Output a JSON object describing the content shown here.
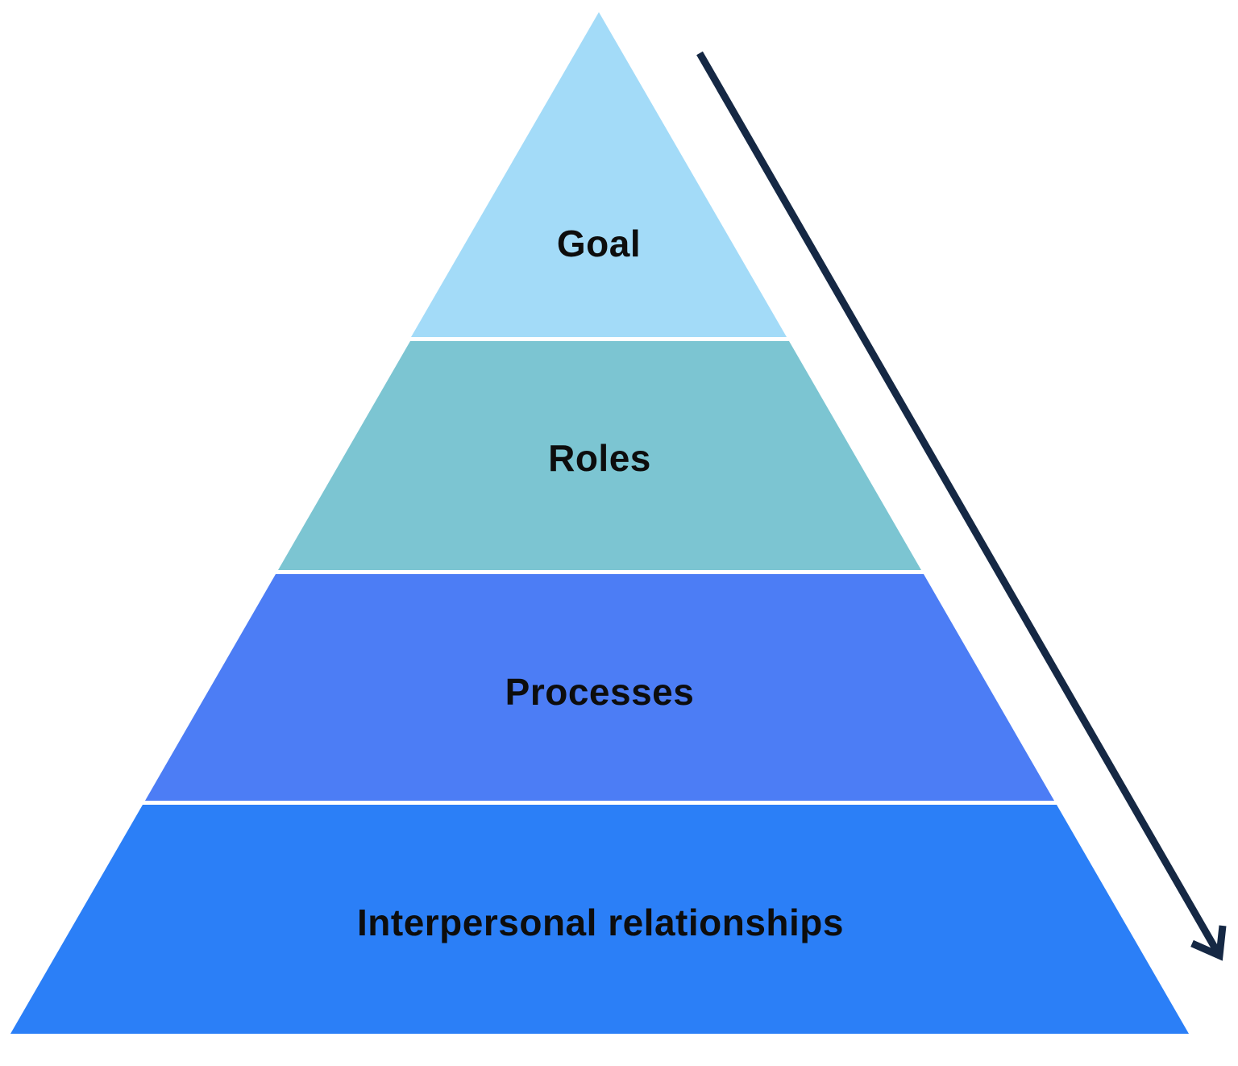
{
  "diagram": {
    "type": "pyramid",
    "background_color": "#ffffff",
    "text_color": "#0d0d0d",
    "levels": [
      {
        "label": "Goal",
        "color": "#a3dbf8"
      },
      {
        "label": "Roles",
        "color": "#7cc5d2"
      },
      {
        "label": "Processes",
        "color": "#4c7df5"
      },
      {
        "label": "Interpersonal relationships",
        "color": "#2b7ff7"
      }
    ],
    "arrow": {
      "color": "#152844"
    }
  }
}
